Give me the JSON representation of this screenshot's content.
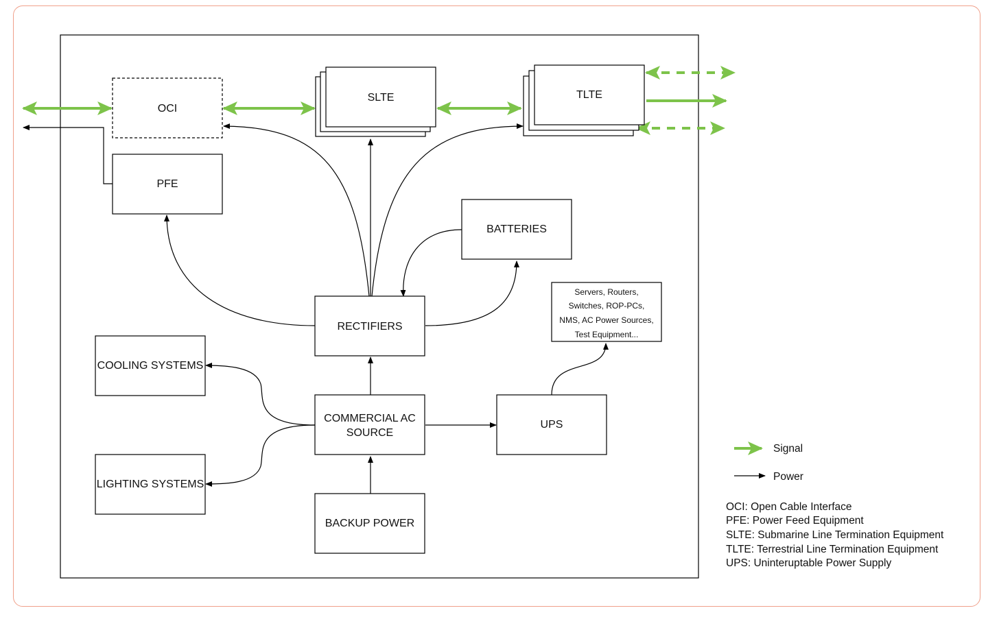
{
  "diagram": {
    "nodes": {
      "oci": "OCI",
      "slte": "SLTE",
      "tlte": "TLTE",
      "pfe": "PFE",
      "batteries": "BATTERIES",
      "rectifiers": "RECTIFIERS",
      "servers": [
        "Servers, Routers,",
        "Switches, ROP-PCs,",
        "NMS, AC Power Sources,",
        "Test Equipment..."
      ],
      "cooling": "COOLING SYSTEMS",
      "lighting": "LIGHTING SYSTEMS",
      "commercial_ac": [
        "COMMERCIAL AC",
        "SOURCE"
      ],
      "ups": "UPS",
      "backup_power": "BACKUP POWER"
    },
    "colors": {
      "signal": "#7dc34a",
      "power": "#000000",
      "frame": "#f0a08a"
    }
  },
  "legend": {
    "signal": "Signal",
    "power": "Power"
  },
  "abbreviations": [
    "OCI: Open Cable Interface",
    "PFE: Power Feed Equipment",
    "SLTE: Submarine Line Termination Equipment",
    "TLTE: Terrestrial Line Termination Equipment",
    "UPS: Uninteruptable Power Supply"
  ]
}
